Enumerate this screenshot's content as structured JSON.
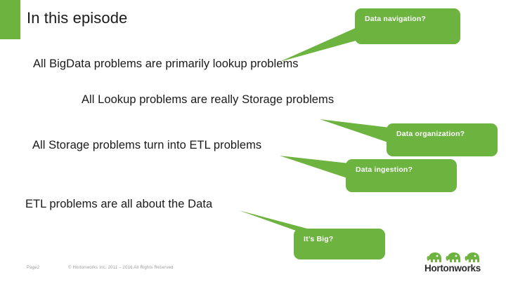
{
  "theme": {
    "brand_green": "#6cb33f",
    "text_color": "#1a1a1a",
    "footer_color": "#9a9a9a",
    "background": "#ffffff"
  },
  "slide": {
    "title": "In this episode",
    "statements": [
      {
        "text": "All BigData problems are primarily lookup problems"
      },
      {
        "text": "All Lookup problems are really Storage problems"
      },
      {
        "text": "All Storage problems turn into ETL problems"
      },
      {
        "text": "ETL problems are all about the Data"
      }
    ],
    "callouts": [
      {
        "label": "Data navigation?"
      },
      {
        "label": "Data organization?"
      },
      {
        "label": "Data ingestion?"
      },
      {
        "label": "It’s Big?"
      }
    ]
  },
  "footer": {
    "page_number": "Page2",
    "copyright": "© Hortonworks Inc. 2011 – 2016 All Rights Reserved",
    "logo_text": "Hortonworks",
    "logo_icon": "elephant-icon"
  }
}
